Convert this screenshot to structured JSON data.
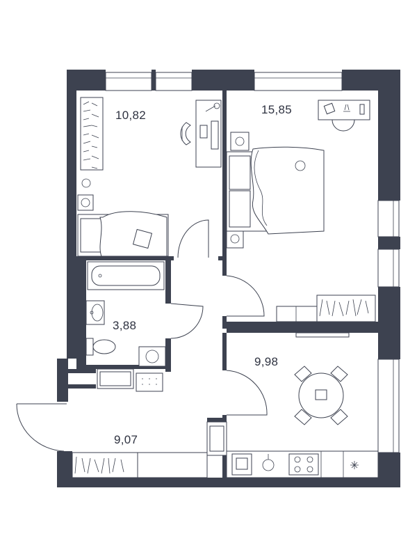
{
  "rooms": [
    {
      "id": "bedroom-small",
      "area": "10,82"
    },
    {
      "id": "bedroom-large",
      "area": "15,85"
    },
    {
      "id": "bathroom",
      "area": "3,88"
    },
    {
      "id": "kitchen",
      "area": "9,98"
    },
    {
      "id": "hallway",
      "area": "9,07"
    }
  ],
  "colors": {
    "wall": "#3d4250",
    "background": "#ffffff"
  }
}
